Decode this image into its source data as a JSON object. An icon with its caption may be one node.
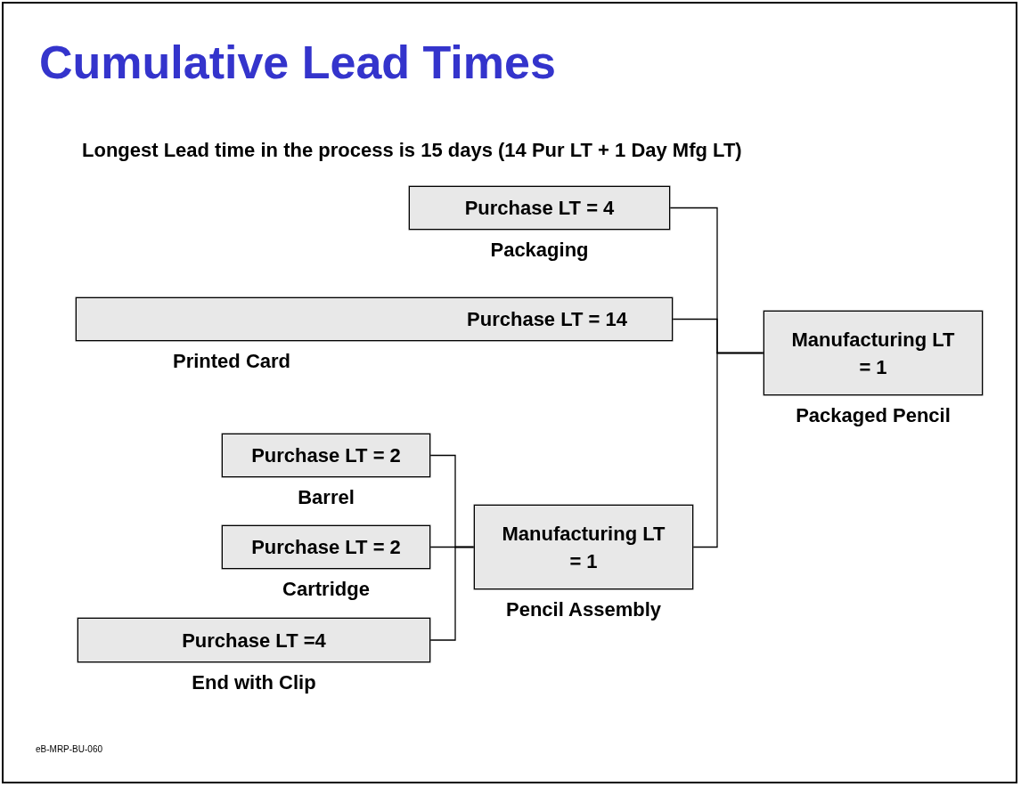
{
  "diagram": {
    "title": "Cumulative Lead Times",
    "nodes": [
      {
        "text": [
          "Purchase LT = 4"
        ],
        "beside": [
          "Packaging"
        ]
      },
      {
        "text": [
          "Purchase LT = 14"
        ],
        "beside": [
          "Printed Card"
        ]
      },
      {
        "text": [
          "Manufacturing LT = 1"
        ],
        "beside": [
          "Packaged Pencil"
        ]
      },
      {
        "text": [
          "Purchase LT = 2"
        ],
        "beside": [
          "Barrel"
        ]
      },
      {
        "text": [
          "Purchase LT = 2"
        ],
        "beside": [
          "Cartridge"
        ]
      },
      {
        "text": [
          "Purchase LT =4"
        ],
        "beside": [
          "End with Clip"
        ]
      },
      {
        "text": [
          "Manufacturing LT = 1"
        ],
        "beside": [
          "Pencil Assembly"
        ]
      }
    ],
    "edges": [
      {
        "from": 0,
        "to": 2,
        "arrow": "none"
      },
      {
        "from": 1,
        "to": 2,
        "arrow": "none"
      },
      {
        "from": 6,
        "to": 2,
        "arrow": "none"
      },
      {
        "from": 3,
        "to": 6,
        "arrow": "none"
      },
      {
        "from": 4,
        "to": 6,
        "arrow": "none"
      },
      {
        "from": 5,
        "to": 6,
        "arrow": "none"
      }
    ],
    "labels": [
      "Longest Lead time in the process is 15 days (14 Pur LT + 1 Day Mfg LT)",
      "eB-MRP-BU-060"
    ]
  }
}
